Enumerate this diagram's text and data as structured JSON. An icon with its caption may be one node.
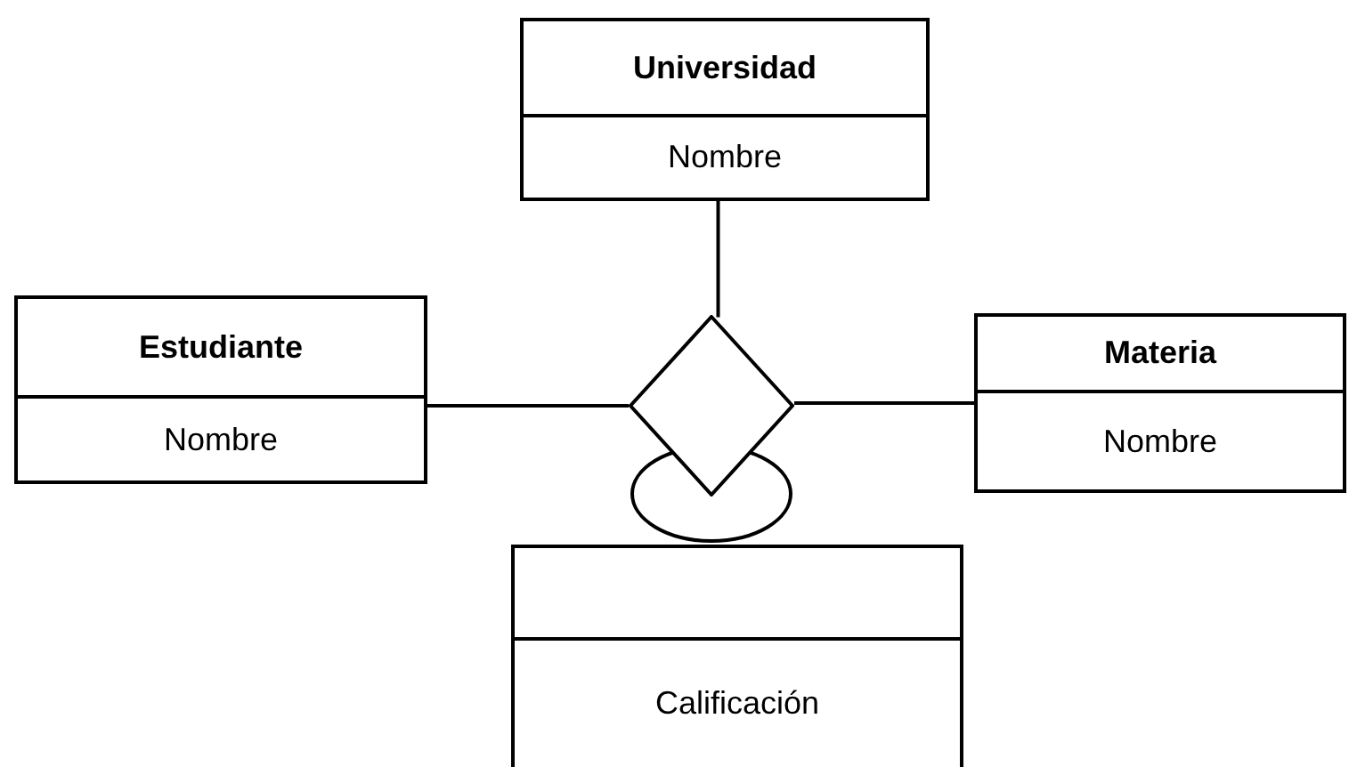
{
  "diagram": {
    "nodes": [
      {
        "text": [
          "Universidad",
          "Nombre"
        ]
      },
      {
        "text": [
          "Estudiante",
          "Nombre"
        ]
      },
      {
        "text": [],
        "shape": "diamond"
      },
      {
        "text": [
          "Materia",
          "Nombre"
        ]
      },
      {
        "text": [],
        "shape": "ellipse"
      },
      {
        "text": [
          "Calificación"
        ]
      }
    ],
    "edges": [
      {
        "from": 0,
        "to": 2,
        "arrow": "none"
      },
      {
        "from": 1,
        "to": 2,
        "arrow": "none"
      },
      {
        "from": 2,
        "to": 3,
        "arrow": "none"
      }
    ]
  }
}
